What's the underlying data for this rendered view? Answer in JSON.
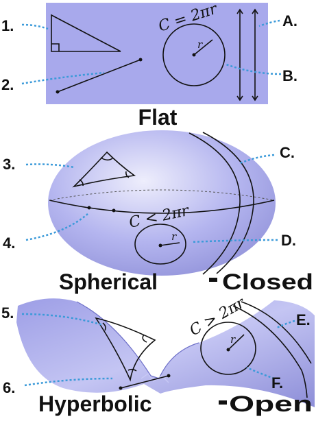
{
  "numbers": [
    "1.",
    "2.",
    "3.",
    "4.",
    "5.",
    "6."
  ],
  "letters": [
    "A.",
    "B.",
    "C.",
    "D.",
    "E.",
    "F."
  ],
  "titles": {
    "flat": "Flat",
    "spherical": "Spherical",
    "closed": "Closed",
    "hyperbolic": "Hyperbolic",
    "open": "Open"
  },
  "formulas": {
    "flat": "C = 2πr",
    "spherical": "C < 2πr",
    "hyperbolic": "C > 2πr"
  },
  "radius_label": "r",
  "colors": {
    "surface": "#a7a8ea",
    "surface_dark": "#7f80d0",
    "arrow": "#3b9ad9",
    "text": "#111111"
  }
}
